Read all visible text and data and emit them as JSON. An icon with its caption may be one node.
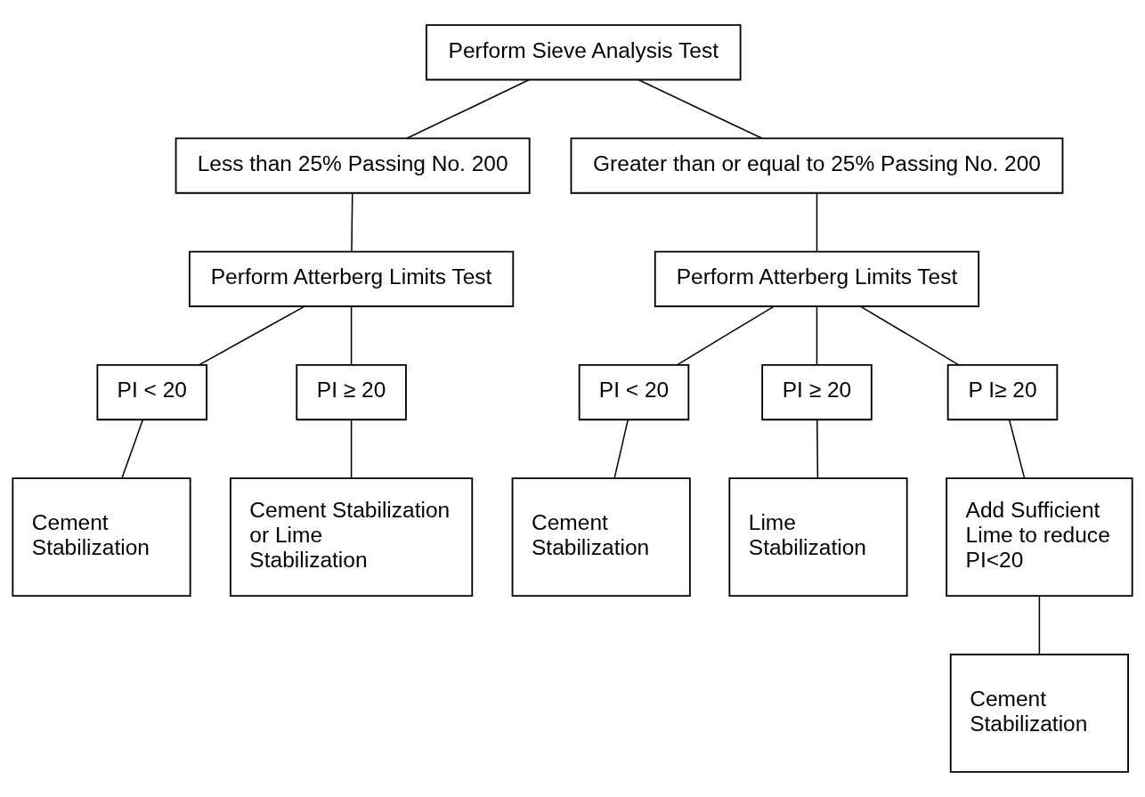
{
  "diagram": {
    "nodes": [
      {
        "text": [
          "Perform Sieve Analysis Test"
        ]
      },
      {
        "text": [
          "Less than 25% Passing No. 200"
        ]
      },
      {
        "text": [
          "Greater than or equal to 25% Passing No. 200"
        ]
      },
      {
        "text": [
          "Perform Atterberg Limits Test"
        ]
      },
      {
        "text": [
          "Perform Atterberg Limits Test"
        ]
      },
      {
        "text": [
          "PI < 20"
        ]
      },
      {
        "text": [
          "PI ≥ 20"
        ]
      },
      {
        "text": [
          "PI < 20"
        ]
      },
      {
        "text": [
          "PI ≥ 20"
        ]
      },
      {
        "text": [
          "P I≥ 20"
        ]
      },
      {
        "text": [
          "Cement Stabilization"
        ]
      },
      {
        "text": [
          "Cement Stabilization or Lime Stabilization"
        ]
      },
      {
        "text": [
          "Cement Stabilization"
        ]
      },
      {
        "text": [
          "Lime Stabilization"
        ]
      },
      {
        "text": [
          "Add Sufficient Lime to reduce PI<20"
        ]
      },
      {
        "text": [
          "Cement Stabilization"
        ]
      }
    ],
    "edges": [
      {
        "from": 0,
        "to": 1,
        "arrow": "none"
      },
      {
        "from": 0,
        "to": 2,
        "arrow": "none"
      },
      {
        "from": 1,
        "to": 3,
        "arrow": "none"
      },
      {
        "from": 2,
        "to": 4,
        "arrow": "none"
      },
      {
        "from": 3,
        "to": 5,
        "arrow": "none"
      },
      {
        "from": 3,
        "to": 6,
        "arrow": "none"
      },
      {
        "from": 4,
        "to": 7,
        "arrow": "none"
      },
      {
        "from": 4,
        "to": 8,
        "arrow": "none"
      },
      {
        "from": 4,
        "to": 9,
        "arrow": "none"
      },
      {
        "from": 5,
        "to": 10,
        "arrow": "none"
      },
      {
        "from": 6,
        "to": 11,
        "arrow": "none"
      },
      {
        "from": 7,
        "to": 12,
        "arrow": "none"
      },
      {
        "from": 8,
        "to": 13,
        "arrow": "none"
      },
      {
        "from": 9,
        "to": 14,
        "arrow": "none"
      },
      {
        "from": 14,
        "to": 15,
        "arrow": "none"
      }
    ]
  }
}
